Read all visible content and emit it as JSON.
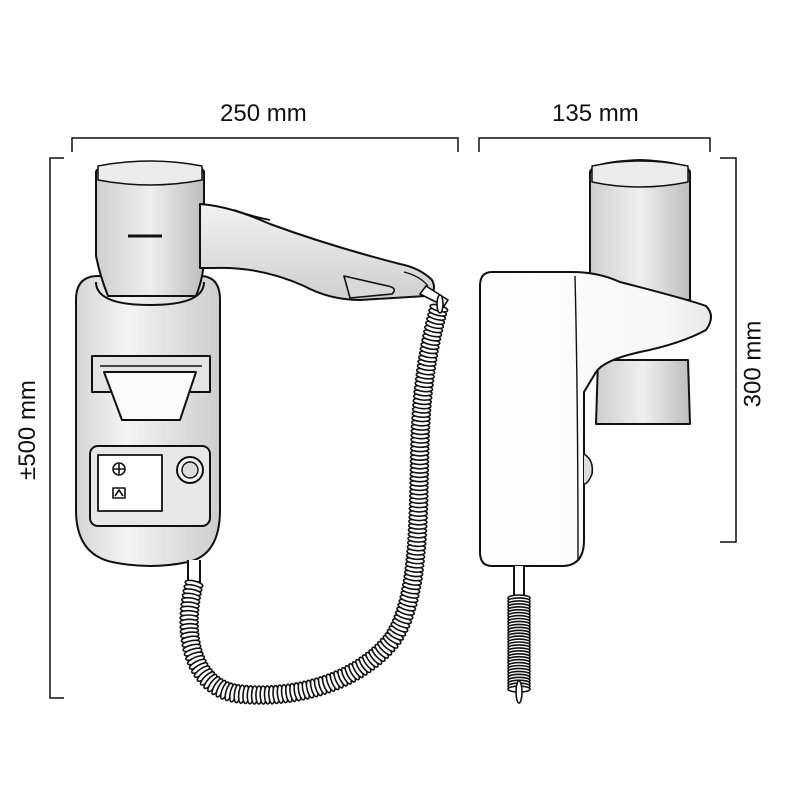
{
  "dimensions": {
    "front_width": "250 mm",
    "side_depth": "135 mm",
    "total_height": "±500 mm",
    "dryer_height": "300 mm"
  },
  "colors": {
    "line": "#111111",
    "body_fill": "#ffffff",
    "grey_light": "#e6e6e6",
    "grey_mid": "#cfcfcf",
    "grey_dark": "#b8b8b8"
  }
}
